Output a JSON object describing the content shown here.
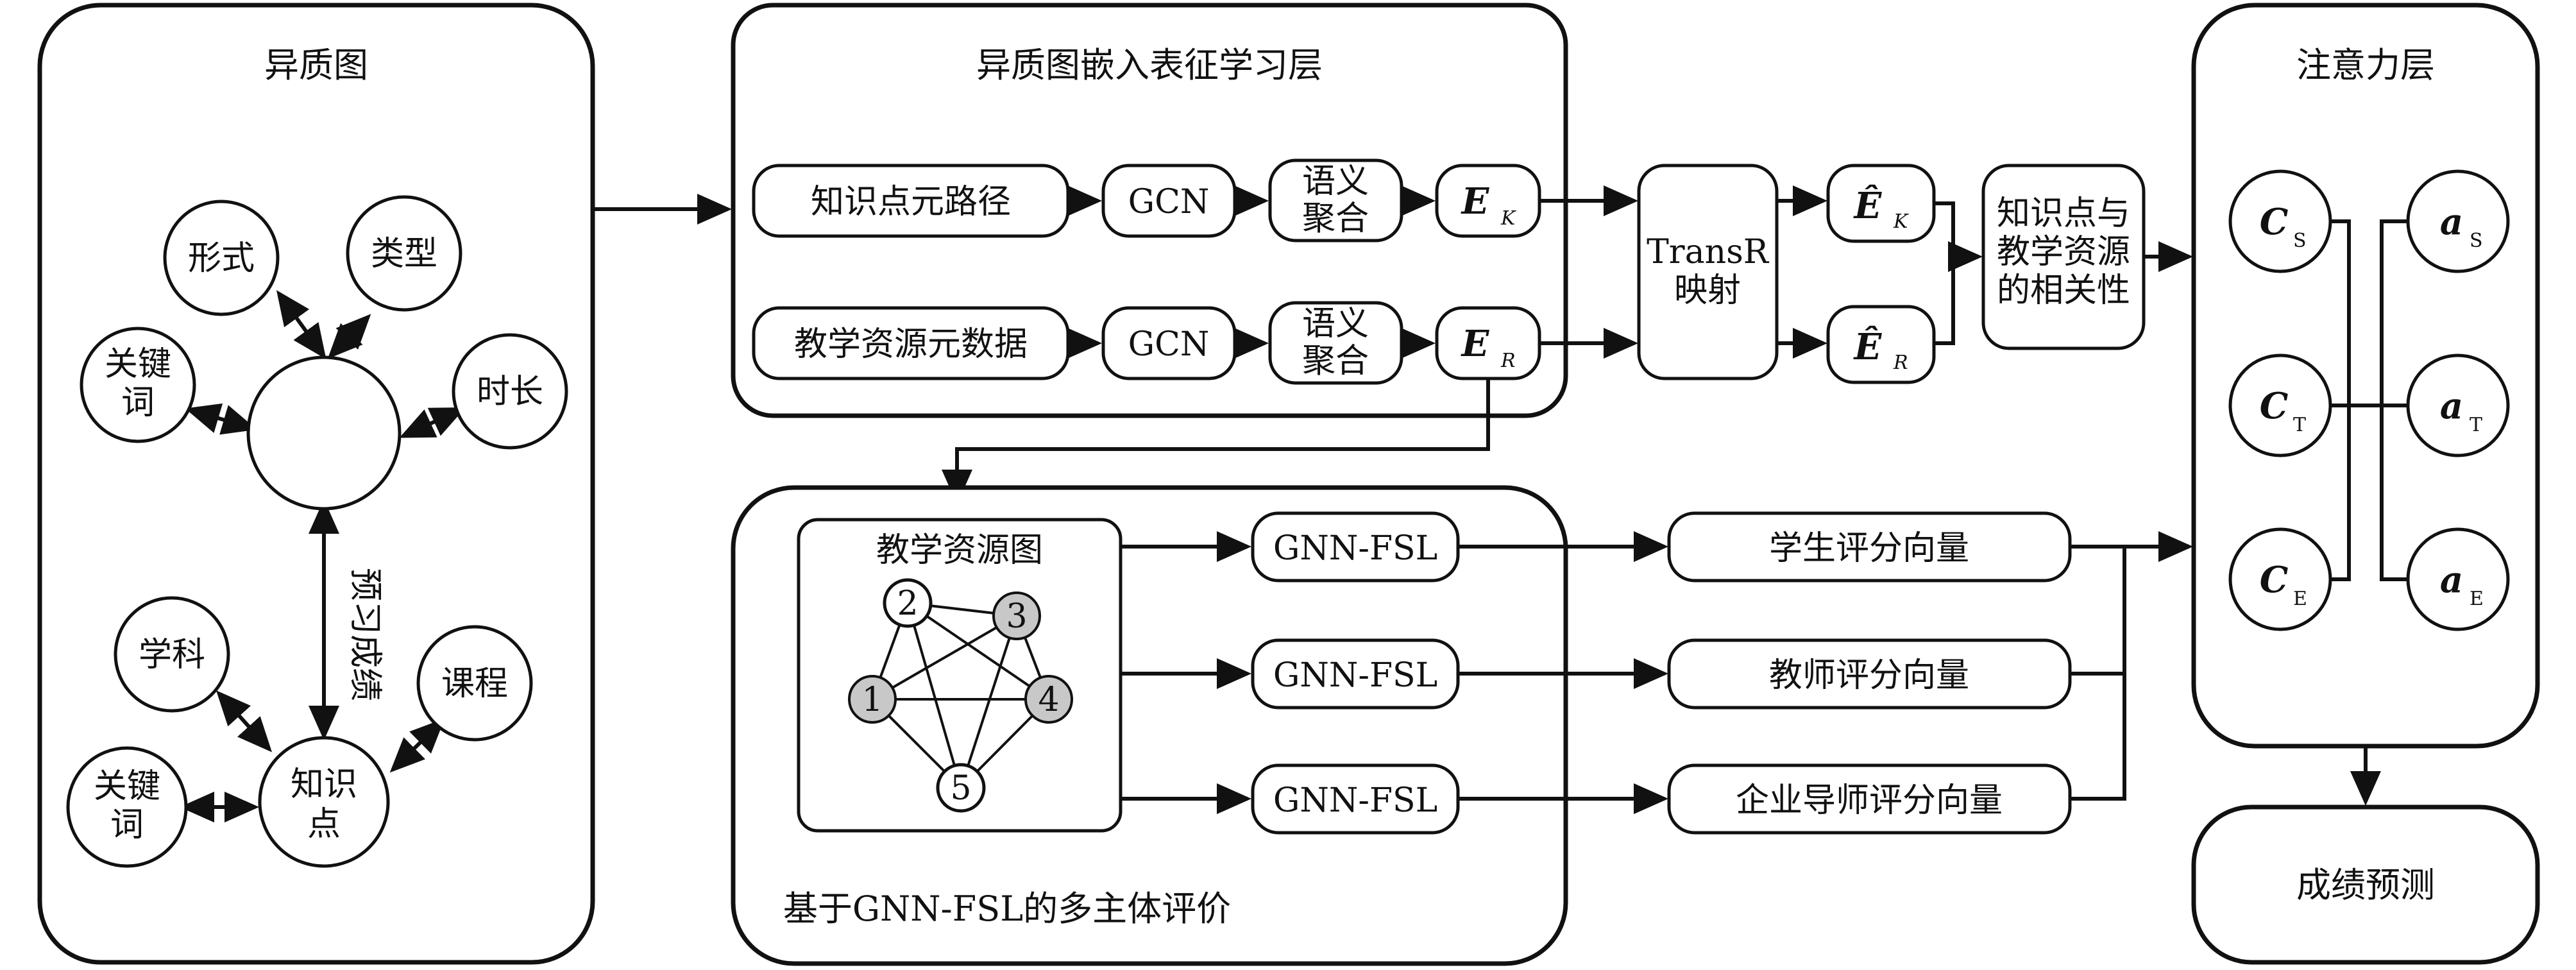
{
  "panels": {
    "hetero_graph": "异质图",
    "embed_layer": "异质图嵌入表征学习层",
    "attention_layer": "注意力层",
    "multi_eval": "基于GNN-FSL的多主体评价"
  },
  "hetero_nodes": {
    "form": "形式",
    "type": "类型",
    "keyword1": [
      "关键",
      "词"
    ],
    "duration": "时长",
    "edge_label": "预习成绩",
    "subject": "学科",
    "course": "课程",
    "keyword2": [
      "关键",
      "词"
    ],
    "knowledge": [
      "知识",
      "点"
    ]
  },
  "embed": {
    "kp_path": "知识点元路径",
    "res_meta": "教学资源元数据",
    "gcn": "GCN",
    "sem_agg": [
      "语义",
      "聚合"
    ],
    "ek": {
      "sym": "E",
      "sub": "K"
    },
    "er": {
      "sym": "E",
      "sub": "R"
    },
    "transr": [
      "TransR",
      "映射"
    ],
    "ek_hat": {
      "sym": "Ê",
      "sub": "K"
    },
    "er_hat": {
      "sym": "Ê",
      "sub": "R"
    },
    "relevance": [
      "知识点与",
      "教学资源",
      "的相关性"
    ]
  },
  "attention": {
    "cs": {
      "sym": "C",
      "sub": "S"
    },
    "ct": {
      "sym": "C",
      "sub": "T"
    },
    "ce": {
      "sym": "C",
      "sub": "E"
    },
    "as": {
      "sym": "a",
      "sub": "S"
    },
    "at": {
      "sym": "a",
      "sub": "T"
    },
    "ae": {
      "sym": "a",
      "sub": "E"
    },
    "predict": "成绩预测"
  },
  "eval": {
    "res_graph": "教学资源图",
    "graph_nodes": [
      "1",
      "2",
      "3",
      "4",
      "5"
    ],
    "gnn_fsl": "GNN-FSL",
    "student": "学生评分向量",
    "teacher": "教师评分向量",
    "mentor": "企业导师评分向量"
  }
}
